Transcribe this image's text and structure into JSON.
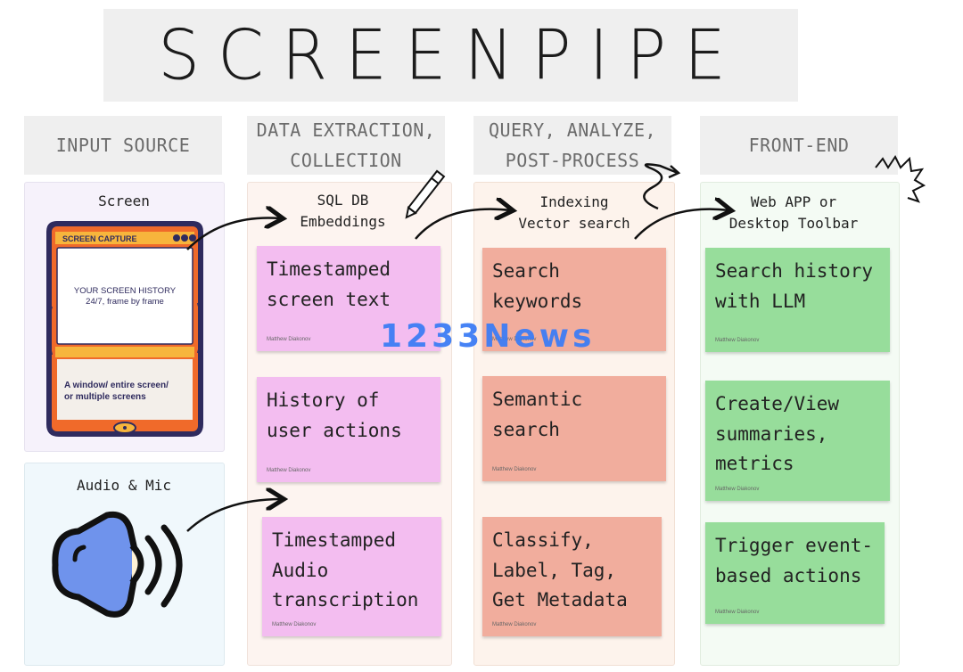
{
  "title": "SCREENPIPE",
  "columns": [
    {
      "header": "INPUT SOURCE",
      "panels": [
        {
          "title": "Screen",
          "device": {
            "label": "SCREEN CAPTURE",
            "screen_line1": "YOUR SCREEN HISTORY",
            "screen_line2": "24/7, frame by frame",
            "bottom_text": "A window/ entire screen/\nor multiple screens"
          }
        },
        {
          "title": "Audio & Mic"
        }
      ]
    },
    {
      "header": "DATA EXTRACTION,\nCOLLECTION",
      "subtitle": "SQL DB\nEmbeddings",
      "notes": [
        {
          "text": "Timestamped\nscreen text",
          "author": "Matthew Diakonov"
        },
        {
          "text": "History of\nuser actions",
          "author": "Matthew Diakonov"
        },
        {
          "text": "Timestamped\nAudio\ntranscription",
          "author": "Matthew Diakonov"
        }
      ]
    },
    {
      "header": "QUERY, ANALYZE,\nPOST-PROCESS",
      "subtitle": "Indexing\nVector search",
      "notes": [
        {
          "text": "Search\nkeywords",
          "author": "Matthew Diakonov"
        },
        {
          "text": "Semantic\nsearch",
          "author": "Matthew Diakonov"
        },
        {
          "text": "Classify,\nLabel, Tag,\nGet Metadata",
          "author": "Matthew Diakonov"
        }
      ]
    },
    {
      "header": "FRONT-END",
      "subtitle": "Web APP or\nDesktop Toolbar",
      "notes": [
        {
          "text": "Search history\nwith LLM",
          "author": "Matthew Diakonov"
        },
        {
          "text": "Create/View\nsummaries,\nmetrics",
          "author": "Matthew Diakonov"
        },
        {
          "text": "Trigger event-\nbased actions",
          "author": "Matthew Diakonov"
        }
      ]
    }
  ],
  "watermark": "1233News",
  "colors": {
    "header_bg": "#efefef",
    "pink_note": "#f3bdf0",
    "salmon_note": "#f1ad9d",
    "green_note": "#97dd9b",
    "device_frame": "#f06a2a",
    "device_accent": "#f7b53c",
    "speaker_fill": "#6f93ec",
    "watermark": "#3d7df5"
  },
  "icons": [
    "pencil-icon",
    "squiggle-icon",
    "spark-icon",
    "speaker-icon",
    "arrow-icon"
  ]
}
